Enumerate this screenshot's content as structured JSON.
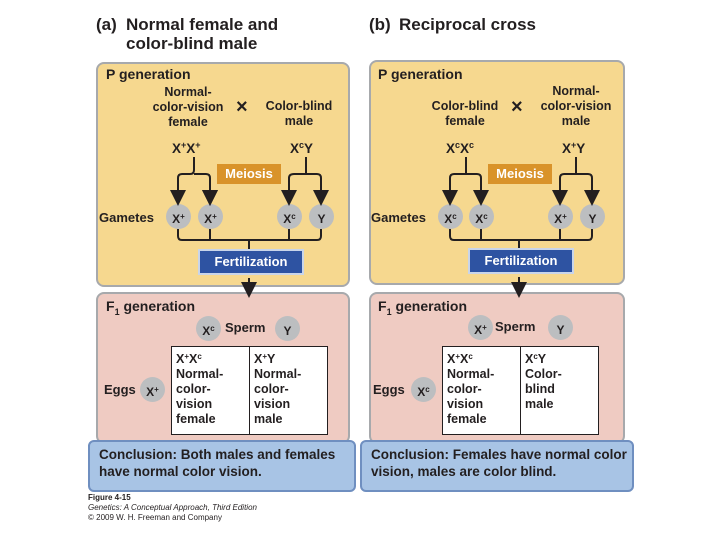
{
  "panel_a": {
    "letter": "(a)",
    "title_line1": "Normal female and",
    "title_line2": "color-blind male",
    "p_generation": "P generation",
    "parent_left_desc": "Normal-\ncolor-vision\nfemale",
    "parent_left_geno": [
      "X",
      "+",
      "X",
      "+"
    ],
    "cross_symbol": "×",
    "parent_right_desc": "Color-blind\nmale",
    "parent_right_geno": [
      "X",
      "c",
      "Y",
      ""
    ],
    "meiosis": "Meiosis",
    "gametes_label": "Gametes",
    "gametes": [
      [
        "X",
        "+"
      ],
      [
        "X",
        "+"
      ],
      [
        "X",
        "c"
      ],
      [
        "Y",
        ""
      ]
    ],
    "fertilization": "Fertilization",
    "f1_generation": "F",
    "f1_sub": "1",
    "f1_generation_rest": " generation",
    "sperm_label": "Sperm",
    "sperm": [
      [
        "X",
        "c"
      ],
      [
        "Y",
        ""
      ]
    ],
    "eggs_label": "Eggs",
    "eggs": [
      [
        "X",
        "+"
      ]
    ],
    "offspring": [
      {
        "geno": [
          "X",
          "+",
          "X",
          "c"
        ],
        "desc": "Normal-\ncolor-\nvision\nfemale"
      },
      {
        "geno": [
          "X",
          "+",
          "Y",
          ""
        ],
        "desc": "Normal-\ncolor-\nvision\nmale"
      }
    ],
    "conclusion_bold": "Conclusion:",
    "conclusion_text": " Both males and females have normal color vision."
  },
  "panel_b": {
    "letter": "(b)",
    "title_line1": "Reciprocal cross",
    "p_generation": "P generation",
    "parent_left_desc": "Color-blind\nfemale",
    "parent_left_geno": [
      "X",
      "c",
      "X",
      "c"
    ],
    "cross_symbol": "×",
    "parent_right_desc": "Normal-\ncolor-vision\nmale",
    "parent_right_geno": [
      "X",
      "+",
      "Y",
      ""
    ],
    "meiosis": "Meiosis",
    "gametes_label": "Gametes",
    "gametes": [
      [
        "X",
        "c"
      ],
      [
        "X",
        "c"
      ],
      [
        "X",
        "+"
      ],
      [
        "Y",
        ""
      ]
    ],
    "fertilization": "Fertilization",
    "f1_generation": "F",
    "f1_sub": "1",
    "f1_generation_rest": " generation",
    "sperm_label": "Sperm",
    "sperm": [
      [
        "X",
        "+"
      ],
      [
        "Y",
        ""
      ]
    ],
    "eggs_label": "Eggs",
    "eggs": [
      [
        "X",
        "c"
      ]
    ],
    "offspring": [
      {
        "geno": [
          "X",
          "+",
          "X",
          "c"
        ],
        "desc": "Normal-\ncolor-\nvision\nfemale"
      },
      {
        "geno": [
          "X",
          "c",
          "Y",
          ""
        ],
        "desc": "Color-\nblind\nmale"
      }
    ],
    "conclusion_bold": "Conclusion:",
    "conclusion_text": " Females have normal color vision, males are color blind."
  },
  "caption": {
    "figure": "Figure 4-15",
    "book": "Genetics: A Conceptual Approach, Third Edition",
    "copyright": "© 2009 W. H. Freeman and Company"
  },
  "colors": {
    "p_generation_bg": "#f6d88f",
    "f1_generation_bg": "#efcbc2",
    "conclusion_bg": "#a8c4e5",
    "meiosis_bg": "#d9932a",
    "fertilization_bg": "#2e53a2",
    "gamete_circle": "#bcbec0"
  }
}
